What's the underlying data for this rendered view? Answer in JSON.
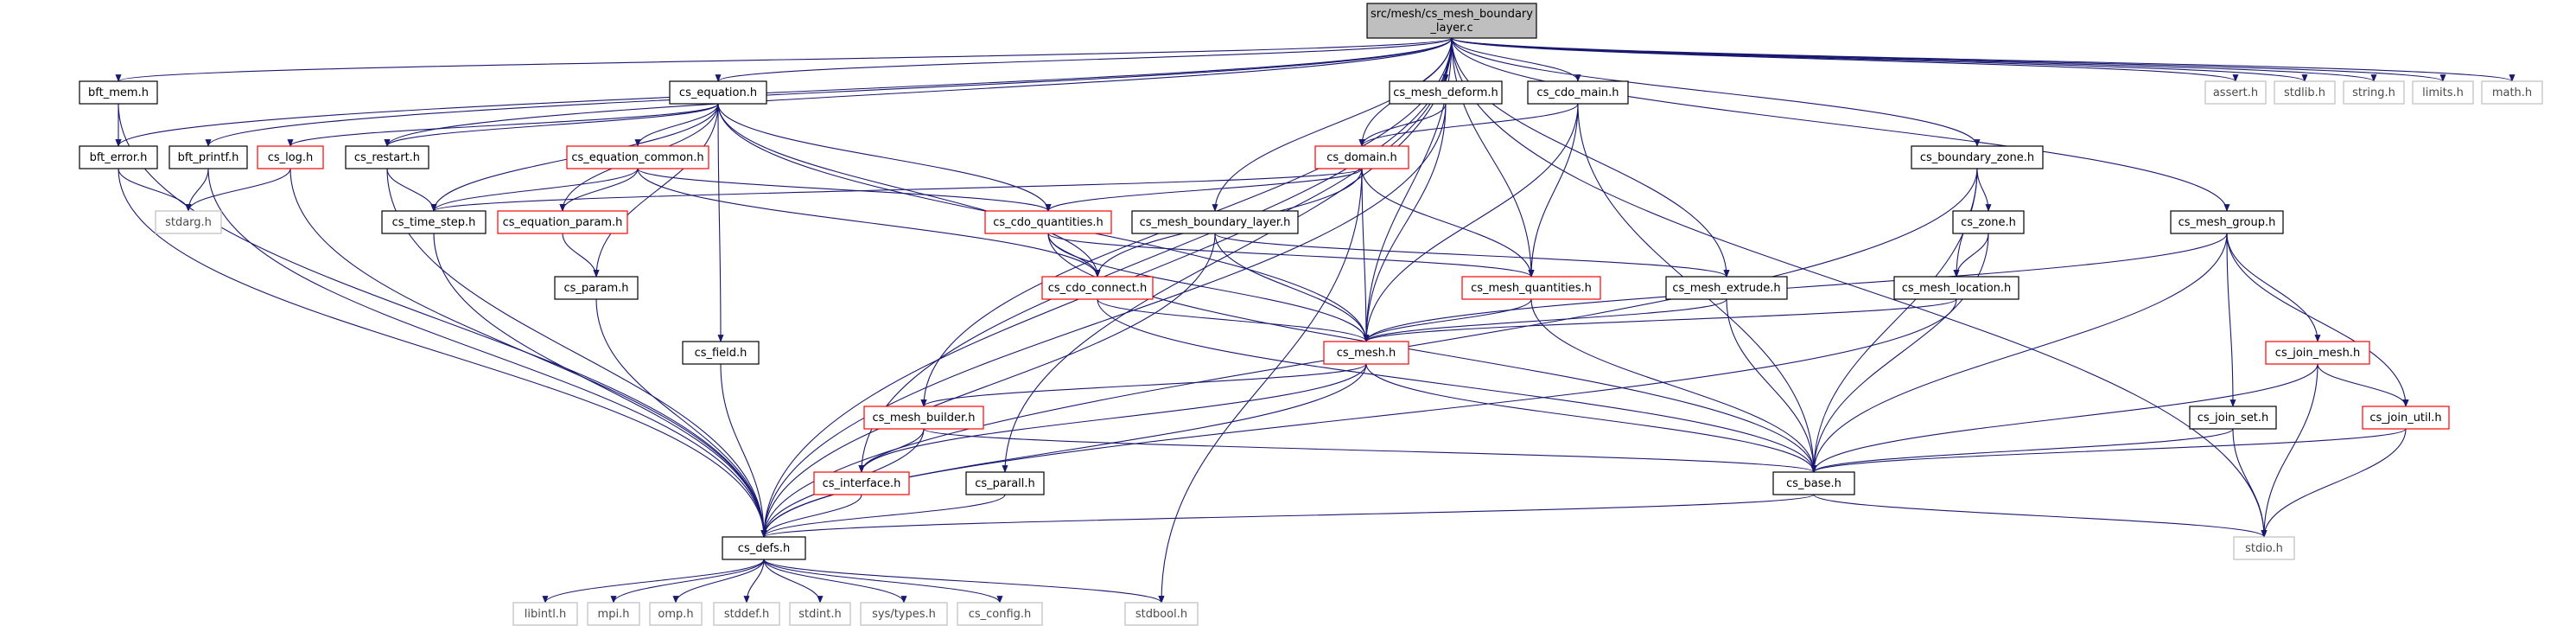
{
  "diagram": {
    "title": "src/mesh/cs_mesh_boundary_layer.c",
    "colors": {
      "edge": "#191970",
      "root_fill": "#bfbfbf",
      "default_border": "#000000",
      "truncated_border": "#ff0000",
      "external_border": "#bfbfbf",
      "external_text": "#4a4a4a"
    },
    "nodes": [
      {
        "id": "root",
        "lines": [
          "src/mesh/cs_mesh_boundary",
          "_layer.c"
        ],
        "kind": "root"
      },
      {
        "id": "bft_mem",
        "lines": [
          "bft_mem.h"
        ],
        "kind": "normal"
      },
      {
        "id": "cs_equation",
        "lines": [
          "cs_equation.h"
        ],
        "kind": "normal"
      },
      {
        "id": "cs_mesh_deform",
        "lines": [
          "cs_mesh_deform.h"
        ],
        "kind": "normal"
      },
      {
        "id": "cs_cdo_main",
        "lines": [
          "cs_cdo_main.h"
        ],
        "kind": "normal"
      },
      {
        "id": "assert",
        "lines": [
          "assert.h"
        ],
        "kind": "external"
      },
      {
        "id": "stdlib",
        "lines": [
          "stdlib.h"
        ],
        "kind": "external"
      },
      {
        "id": "string",
        "lines": [
          "string.h"
        ],
        "kind": "external"
      },
      {
        "id": "limits",
        "lines": [
          "limits.h"
        ],
        "kind": "external"
      },
      {
        "id": "math",
        "lines": [
          "math.h"
        ],
        "kind": "external"
      },
      {
        "id": "bft_error",
        "lines": [
          "bft_error.h"
        ],
        "kind": "normal"
      },
      {
        "id": "bft_printf",
        "lines": [
          "bft_printf.h"
        ],
        "kind": "normal"
      },
      {
        "id": "cs_log",
        "lines": [
          "cs_log.h"
        ],
        "kind": "truncated"
      },
      {
        "id": "cs_restart",
        "lines": [
          "cs_restart.h"
        ],
        "kind": "normal"
      },
      {
        "id": "cs_equation_common",
        "lines": [
          "cs_equation_common.h"
        ],
        "kind": "truncated"
      },
      {
        "id": "cs_domain",
        "lines": [
          "cs_domain.h"
        ],
        "kind": "truncated"
      },
      {
        "id": "cs_boundary_zone",
        "lines": [
          "cs_boundary_zone.h"
        ],
        "kind": "normal"
      },
      {
        "id": "stdarg",
        "lines": [
          "stdarg.h"
        ],
        "kind": "external"
      },
      {
        "id": "cs_time_step",
        "lines": [
          "cs_time_step.h"
        ],
        "kind": "normal"
      },
      {
        "id": "cs_equation_param",
        "lines": [
          "cs_equation_param.h"
        ],
        "kind": "truncated"
      },
      {
        "id": "cs_cdo_quantities",
        "lines": [
          "cs_cdo_quantities.h"
        ],
        "kind": "truncated"
      },
      {
        "id": "cs_mesh_boundary_layer",
        "lines": [
          "cs_mesh_boundary_layer.h"
        ],
        "kind": "normal"
      },
      {
        "id": "cs_zone",
        "lines": [
          "cs_zone.h"
        ],
        "kind": "normal"
      },
      {
        "id": "cs_mesh_group",
        "lines": [
          "cs_mesh_group.h"
        ],
        "kind": "normal"
      },
      {
        "id": "cs_param",
        "lines": [
          "cs_param.h"
        ],
        "kind": "normal"
      },
      {
        "id": "cs_cdo_connect",
        "lines": [
          "cs_cdo_connect.h"
        ],
        "kind": "truncated"
      },
      {
        "id": "cs_mesh_quantities",
        "lines": [
          "cs_mesh_quantities.h"
        ],
        "kind": "truncated"
      },
      {
        "id": "cs_mesh_extrude",
        "lines": [
          "cs_mesh_extrude.h"
        ],
        "kind": "normal"
      },
      {
        "id": "cs_mesh_location",
        "lines": [
          "cs_mesh_location.h"
        ],
        "kind": "normal"
      },
      {
        "id": "cs_field",
        "lines": [
          "cs_field.h"
        ],
        "kind": "normal"
      },
      {
        "id": "cs_mesh",
        "lines": [
          "cs_mesh.h"
        ],
        "kind": "truncated"
      },
      {
        "id": "cs_join_mesh",
        "lines": [
          "cs_join_mesh.h"
        ],
        "kind": "truncated"
      },
      {
        "id": "cs_mesh_builder",
        "lines": [
          "cs_mesh_builder.h"
        ],
        "kind": "truncated"
      },
      {
        "id": "cs_join_set",
        "lines": [
          "cs_join_set.h"
        ],
        "kind": "normal"
      },
      {
        "id": "cs_join_util",
        "lines": [
          "cs_join_util.h"
        ],
        "kind": "truncated"
      },
      {
        "id": "cs_interface",
        "lines": [
          "cs_interface.h"
        ],
        "kind": "truncated"
      },
      {
        "id": "cs_parall",
        "lines": [
          "cs_parall.h"
        ],
        "kind": "normal"
      },
      {
        "id": "cs_base",
        "lines": [
          "cs_base.h"
        ],
        "kind": "normal"
      },
      {
        "id": "cs_defs",
        "lines": [
          "cs_defs.h"
        ],
        "kind": "normal"
      },
      {
        "id": "stdio",
        "lines": [
          "stdio.h"
        ],
        "kind": "external"
      },
      {
        "id": "libintl",
        "lines": [
          "libintl.h"
        ],
        "kind": "external"
      },
      {
        "id": "mpi",
        "lines": [
          "mpi.h"
        ],
        "kind": "external"
      },
      {
        "id": "omp",
        "lines": [
          "omp.h"
        ],
        "kind": "external"
      },
      {
        "id": "stddef",
        "lines": [
          "stddef.h"
        ],
        "kind": "external"
      },
      {
        "id": "stdint",
        "lines": [
          "stdint.h"
        ],
        "kind": "external"
      },
      {
        "id": "sys_types",
        "lines": [
          "sys/types.h"
        ],
        "kind": "external"
      },
      {
        "id": "cs_config",
        "lines": [
          "cs_config.h"
        ],
        "kind": "external"
      },
      {
        "id": "stdbool",
        "lines": [
          "stdbool.h"
        ],
        "kind": "external"
      }
    ],
    "edges": [
      [
        "root",
        "bft_mem"
      ],
      [
        "root",
        "cs_equation"
      ],
      [
        "root",
        "cs_mesh_deform"
      ],
      [
        "root",
        "cs_cdo_main"
      ],
      [
        "root",
        "assert"
      ],
      [
        "root",
        "stdlib"
      ],
      [
        "root",
        "string"
      ],
      [
        "root",
        "limits"
      ],
      [
        "root",
        "math"
      ],
      [
        "root",
        "bft_error"
      ],
      [
        "root",
        "bft_printf"
      ],
      [
        "root",
        "cs_restart"
      ],
      [
        "root",
        "cs_domain"
      ],
      [
        "root",
        "cs_boundary_zone"
      ],
      [
        "root",
        "cs_mesh_boundary_layer"
      ],
      [
        "root",
        "cs_mesh_group"
      ],
      [
        "root",
        "cs_mesh_quantities"
      ],
      [
        "root",
        "cs_mesh_extrude"
      ],
      [
        "root",
        "cs_mesh_builder"
      ],
      [
        "root",
        "cs_interface"
      ],
      [
        "root",
        "cs_parall"
      ],
      [
        "root",
        "cs_defs"
      ],
      [
        "root",
        "stdio"
      ],
      [
        "root",
        "cs_mesh"
      ],
      [
        "bft_mem",
        "bft_error"
      ],
      [
        "bft_mem",
        "cs_defs"
      ],
      [
        "bft_error",
        "stdarg"
      ],
      [
        "bft_error",
        "cs_defs"
      ],
      [
        "bft_printf",
        "stdarg"
      ],
      [
        "bft_printf",
        "cs_defs"
      ],
      [
        "cs_log",
        "stdarg"
      ],
      [
        "cs_log",
        "cs_defs"
      ],
      [
        "cs_restart",
        "cs_time_step"
      ],
      [
        "cs_restart",
        "cs_defs"
      ],
      [
        "cs_equation",
        "cs_log"
      ],
      [
        "cs_equation",
        "cs_restart"
      ],
      [
        "cs_equation",
        "cs_time_step"
      ],
      [
        "cs_equation",
        "cs_equation_common"
      ],
      [
        "cs_equation",
        "cs_equation_param"
      ],
      [
        "cs_equation",
        "cs_param"
      ],
      [
        "cs_equation",
        "cs_field"
      ],
      [
        "cs_equation",
        "cs_cdo_quantities"
      ],
      [
        "cs_equation",
        "cs_cdo_connect"
      ],
      [
        "cs_equation",
        "cs_mesh"
      ],
      [
        "cs_equation_common",
        "cs_time_step"
      ],
      [
        "cs_equation_common",
        "cs_equation_param"
      ],
      [
        "cs_equation_common",
        "cs_cdo_quantities"
      ],
      [
        "cs_equation_common",
        "cs_cdo_connect"
      ],
      [
        "cs_equation_param",
        "cs_param"
      ],
      [
        "cs_time_step",
        "cs_defs"
      ],
      [
        "cs_param",
        "cs_defs"
      ],
      [
        "cs_field",
        "cs_defs"
      ],
      [
        "cs_mesh_deform",
        "cs_domain"
      ],
      [
        "cs_mesh_deform",
        "cs_mesh"
      ],
      [
        "cs_mesh_deform",
        "cs_defs"
      ],
      [
        "cs_cdo_main",
        "cs_domain"
      ],
      [
        "cs_cdo_main",
        "cs_mesh_quantities"
      ],
      [
        "cs_cdo_main",
        "cs_mesh"
      ],
      [
        "cs_cdo_main",
        "cs_base"
      ],
      [
        "cs_domain",
        "cs_time_step"
      ],
      [
        "cs_domain",
        "cs_cdo_quantities"
      ],
      [
        "cs_domain",
        "cs_cdo_connect"
      ],
      [
        "cs_domain",
        "cs_mesh_quantities"
      ],
      [
        "cs_domain",
        "cs_mesh"
      ],
      [
        "cs_domain",
        "stdbool"
      ],
      [
        "cs_cdo_quantities",
        "cs_cdo_connect"
      ],
      [
        "cs_cdo_quantities",
        "cs_mesh_quantities"
      ],
      [
        "cs_cdo_quantities",
        "cs_mesh"
      ],
      [
        "cs_cdo_quantities",
        "cs_base"
      ],
      [
        "cs_cdo_connect",
        "cs_mesh"
      ],
      [
        "cs_cdo_connect",
        "cs_base"
      ],
      [
        "cs_mesh_boundary_layer",
        "cs_mesh_extrude"
      ],
      [
        "cs_mesh_boundary_layer",
        "cs_mesh"
      ],
      [
        "cs_mesh_boundary_layer",
        "cs_defs"
      ],
      [
        "cs_mesh_quantities",
        "cs_mesh"
      ],
      [
        "cs_mesh_quantities",
        "cs_base"
      ],
      [
        "cs_mesh_extrude",
        "cs_mesh"
      ],
      [
        "cs_mesh_extrude",
        "cs_base"
      ],
      [
        "cs_boundary_zone",
        "cs_zone"
      ],
      [
        "cs_boundary_zone",
        "cs_mesh_location"
      ],
      [
        "cs_boundary_zone",
        "cs_base"
      ],
      [
        "cs_boundary_zone",
        "cs_defs"
      ],
      [
        "cs_zone",
        "cs_mesh_location"
      ],
      [
        "cs_zone",
        "cs_base"
      ],
      [
        "cs_mesh_location",
        "cs_mesh"
      ],
      [
        "cs_mesh_location",
        "cs_defs"
      ],
      [
        "cs_mesh_group",
        "cs_mesh"
      ],
      [
        "cs_mesh_group",
        "cs_join_mesh"
      ],
      [
        "cs_mesh_group",
        "cs_join_set"
      ],
      [
        "cs_mesh_group",
        "cs_join_util"
      ],
      [
        "cs_mesh_group",
        "cs_base"
      ],
      [
        "cs_join_mesh",
        "cs_join_util"
      ],
      [
        "cs_join_mesh",
        "cs_base"
      ],
      [
        "cs_join_mesh",
        "stdio"
      ],
      [
        "cs_join_set",
        "cs_base"
      ],
      [
        "cs_join_set",
        "stdio"
      ],
      [
        "cs_join_util",
        "cs_base"
      ],
      [
        "cs_join_util",
        "stdio"
      ],
      [
        "cs_mesh",
        "cs_mesh_builder"
      ],
      [
        "cs_mesh",
        "cs_interface"
      ],
      [
        "cs_mesh",
        "cs_base"
      ],
      [
        "cs_mesh",
        "cs_defs"
      ],
      [
        "cs_mesh_builder",
        "cs_interface"
      ],
      [
        "cs_mesh_builder",
        "cs_base"
      ],
      [
        "cs_mesh_builder",
        "cs_defs"
      ],
      [
        "cs_interface",
        "cs_defs"
      ],
      [
        "cs_parall",
        "cs_defs"
      ],
      [
        "cs_base",
        "cs_defs"
      ],
      [
        "cs_base",
        "stdio"
      ],
      [
        "cs_defs",
        "libintl"
      ],
      [
        "cs_defs",
        "mpi"
      ],
      [
        "cs_defs",
        "omp"
      ],
      [
        "cs_defs",
        "stddef"
      ],
      [
        "cs_defs",
        "stdint"
      ],
      [
        "cs_defs",
        "sys_types"
      ],
      [
        "cs_defs",
        "cs_config"
      ],
      [
        "cs_defs",
        "stdbool"
      ]
    ]
  }
}
